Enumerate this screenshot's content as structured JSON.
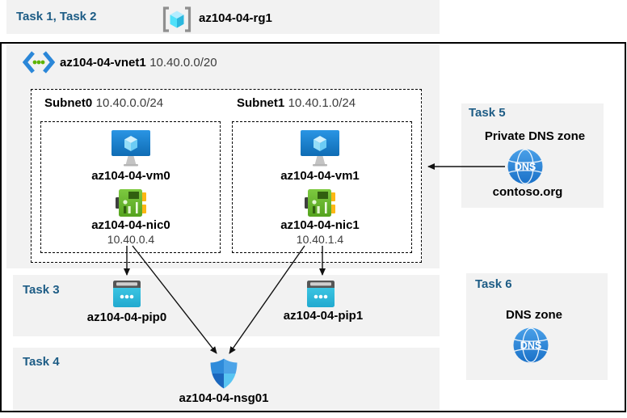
{
  "top_band": {
    "task_label": "Task 1, Task 2",
    "resource_group": "az104-04-rg1"
  },
  "vnet": {
    "name": "az104-04-vnet1",
    "cidr": "10.40.0.0/20",
    "subnets": [
      {
        "name": "Subnet0",
        "cidr": "10.40.0.0/24",
        "vm": "az104-04-vm0",
        "nic": "az104-04-nic0",
        "ip": "10.40.0.4"
      },
      {
        "name": "Subnet1",
        "cidr": "10.40.1.0/24",
        "vm": "az104-04-vm1",
        "nic": "az104-04-nic1",
        "ip": "10.40.1.4"
      }
    ]
  },
  "task3": {
    "label": "Task 3",
    "pips": [
      "az104-04-pip0",
      "az104-04-pip1"
    ]
  },
  "task4": {
    "label": "Task 4",
    "nsg": "az104-04-nsg01"
  },
  "task5": {
    "label": "Task 5",
    "title": "Private DNS zone",
    "zone_name": "contoso.org"
  },
  "task6": {
    "label": "Task 6",
    "title": "DNS zone"
  },
  "icons": {
    "dns_label": "DNS"
  },
  "colors": {
    "task_heading": "#1d5c85",
    "panel_bg": "#f2f2f2",
    "frame_border": "#000000",
    "vm_blue": "#1b82d8",
    "nic_green": "#6bbf2a",
    "pip_cyan": "#32bedd",
    "nsg_blue": "#2f8bda",
    "dns_blue": "#2b87d8",
    "arrow": "#111111"
  }
}
